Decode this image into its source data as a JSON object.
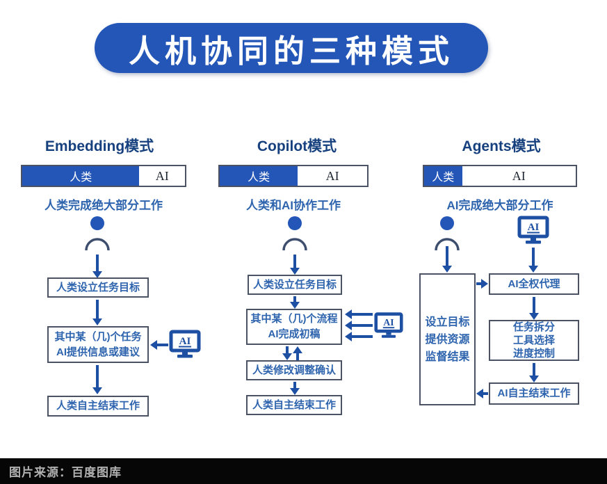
{
  "title": "人机协同的三种模式",
  "colors": {
    "primary_blue": "#2456b8",
    "arrow_blue": "#1d4fa3",
    "header_navy": "#16417e",
    "box_text_blue": "#2e64ae",
    "box_border": "#4a5264",
    "footer_bg": "#060606",
    "footer_text": "#b0b0b0"
  },
  "ai_monitor_label": "AI",
  "columns": [
    {
      "header": "Embedding模式",
      "bar": {
        "human": "人类",
        "ai": "AI",
        "human_pct": 72
      },
      "subtitle": "人类完成绝大部分工作",
      "steps": {
        "goal": "人类设立任务目标",
        "mid1": "其中某（几)个任务",
        "mid2": "AI提供信息或建议",
        "end": "人类自主结束工作"
      }
    },
    {
      "header": "Copilot模式",
      "bar": {
        "human": "人类",
        "ai": "AI",
        "human_pct": 53
      },
      "subtitle": "人类和AI协作工作",
      "steps": {
        "goal": "人类设立任务目标",
        "mid1": "其中某（几)个流程",
        "mid2": "AI完成初稿",
        "review": "人类修改调整确认",
        "end": "人类自主结束工作"
      }
    },
    {
      "header": "Agents模式",
      "bar": {
        "human": "人类",
        "ai": "AI",
        "human_pct": 25
      },
      "subtitle": "AI完成绝大部分工作",
      "left_box": {
        "line1": "设立目标",
        "line2": "提供资源",
        "line3": "监督结果"
      },
      "steps": {
        "delegate": "AI全权代理",
        "tasks1": "任务拆分",
        "tasks2": "工具选择",
        "tasks3": "进度控制",
        "end": "AI自主结束工作"
      }
    }
  ],
  "footer": {
    "source": "图片来源：百度图库"
  }
}
